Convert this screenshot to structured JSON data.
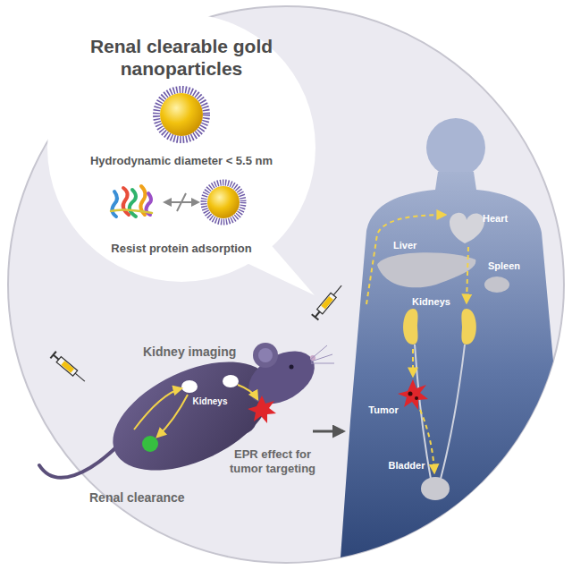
{
  "diagram": {
    "nodes": [
      {
        "text": [
          "Renal clearable gold nanoparticles",
          "Hydrodynamic diameter < 5.5 nm",
          "Resist protein adsorption"
        ]
      }
    ],
    "labels": [
      "Kidney imaging",
      "Kidneys",
      "EPR effect for tumor targeting",
      "Renal clearance",
      "Heart",
      "Liver",
      "Spleen",
      "Kidneys",
      "Tumor",
      "Bladder"
    ]
  }
}
